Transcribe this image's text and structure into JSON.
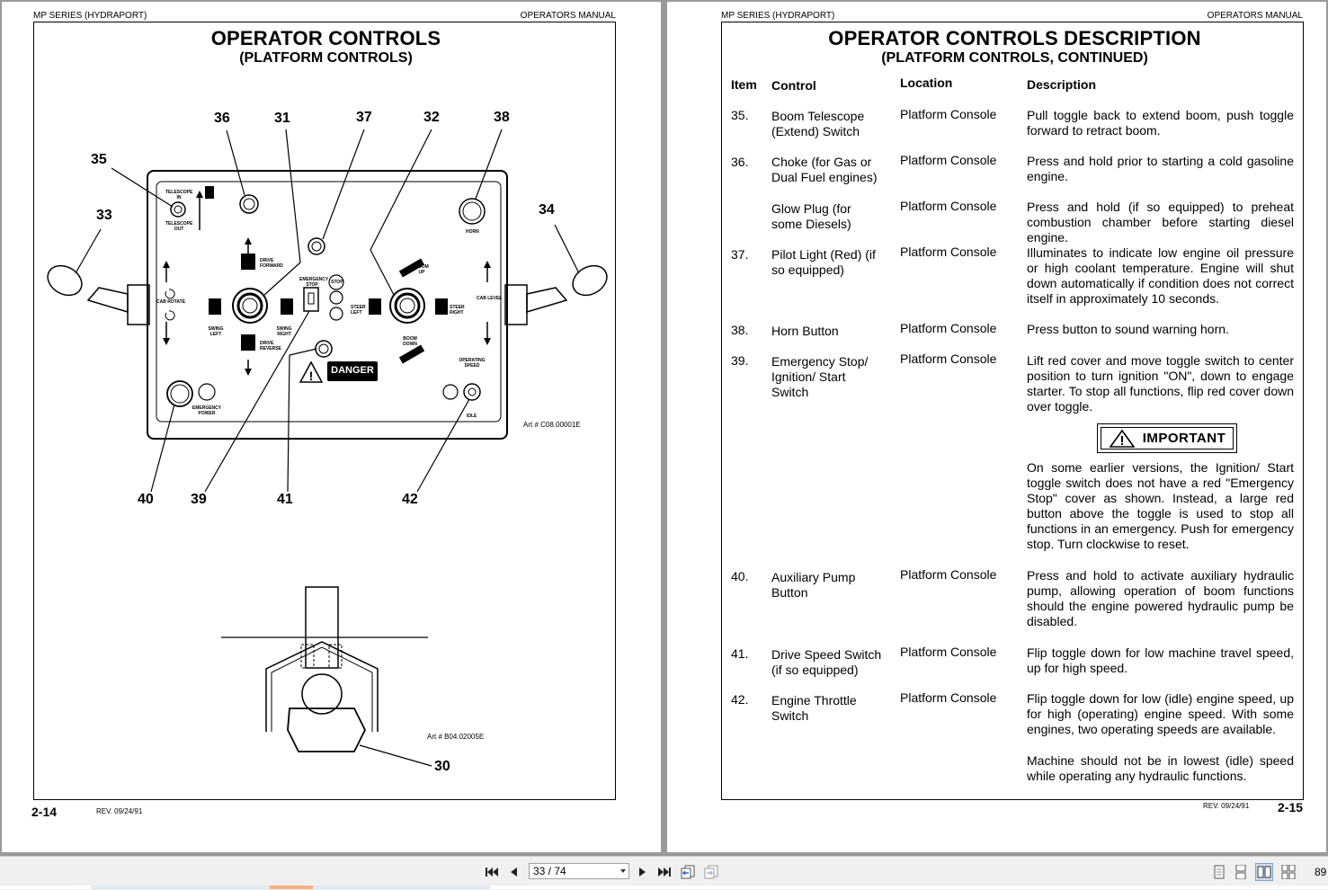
{
  "left_page": {
    "header_left": "MP SERIES (HYDRAPORT)",
    "header_right": "OPERATORS MANUAL",
    "title": "OPERATOR CONTROLS",
    "subtitle": "(PLATFORM CONTROLS)",
    "callouts": [
      "36",
      "31",
      "37",
      "32",
      "38",
      "35",
      "33",
      "34",
      "40",
      "39",
      "41",
      "42",
      "30"
    ],
    "panel_labels": {
      "telescope_in": "TELESCOPE IN",
      "telescope_out": "TELESCOPE OUT",
      "horn": "HORN",
      "drive_forward": "DRIVE FORWARD",
      "drive_reverse": "DRIVE REVERSE",
      "swing_left": "SWING LEFT",
      "swing_right": "SWING RIGHT",
      "emergency_stop": "EMERGENCY STOP",
      "stop": "STOP",
      "steer_left": "STEER LEFT",
      "steer_right": "STEER RIGHT",
      "boom_up": "BOOM UP",
      "boom_down": "BOOM DOWN",
      "cab_rotate": "CAB ROTATE",
      "cab_level": "CAB LEVEL",
      "operating_speed": "OPERATING SPEED",
      "idle": "IDLE",
      "emergency_power": "EMERGENCY POWER",
      "danger": "DANGER"
    },
    "art_number_1": "Art # C08.00001E",
    "art_number_2": "Art # B04.02005E",
    "page_number": "2-14",
    "revision": "REV. 09/24/91"
  },
  "right_page": {
    "header_left": "MP SERIES (HYDRAPORT)",
    "header_right": "OPERATORS MANUAL",
    "title": "OPERATOR CONTROLS DESCRIPTION",
    "subtitle": "(PLATFORM CONTROLS, CONTINUED)",
    "columns": [
      "Item",
      "Control",
      "Location",
      "Description"
    ],
    "rows": [
      {
        "item": "35.",
        "control": "Boom Telescope (Extend) Switch",
        "location": "Platform Console",
        "description": "Pull toggle back to extend boom, push toggle forward to retract boom."
      },
      {
        "item": "36.",
        "control": "Choke (for Gas or Dual Fuel engines)",
        "location": "Platform Console",
        "description": "Press and hold prior to starting a cold gasoline engine."
      },
      {
        "item": "",
        "control": "Glow Plug (for some Diesels)",
        "location": "Platform Console",
        "description": "Press and hold (if so equipped) to preheat combustion chamber before starting diesel engine."
      },
      {
        "item": "37.",
        "control": "Pilot Light (Red) (if so equipped)",
        "location": "Platform Console",
        "description": "Illuminates to indicate low engine oil pressure or high coolant temperature. Engine will shut down automatically if condition does not correct itself in approximately 10 seconds."
      },
      {
        "item": "38.",
        "control": "Horn Button",
        "location": "Platform Console",
        "description": "Press button to sound warning horn."
      },
      {
        "item": "39.",
        "control": "Emergency Stop/ Ignition/ Start Switch",
        "location": "Platform Console",
        "description": "Lift red cover and move toggle switch to center position to turn ignition \"ON\", down to engage starter. To stop all functions, flip red cover down over toggle."
      },
      {
        "item": "40.",
        "control": "Auxiliary Pump Button",
        "location": "Platform Console",
        "description": "Press and hold to activate auxiliary hydraulic pump, allowing operation of boom functions should the engine powered hydraulic pump be disabled."
      },
      {
        "item": "41.",
        "control": "Drive Speed Switch (if so equipped)",
        "location": "Platform Console",
        "description": "Flip toggle down for low machine travel speed, up for high speed."
      },
      {
        "item": "42.",
        "control": "Engine Throttle Switch",
        "location": "Platform Console",
        "description": "Flip toggle down for low (idle) engine speed, up for high (operating) engine speed. With some engines, two operating speeds are available."
      }
    ],
    "important_label": "IMPORTANT",
    "important_text": "On some earlier versions, the Ignition/ Start toggle switch does not have a red \"Emergency Stop\" cover as shown. Instead, a large red button above the toggle is used to stop all functions in an emergency. Push for emergency stop. Turn clockwise to reset.",
    "note_text": "Machine should not be in lowest (idle) speed while operating any hydraulic functions.",
    "page_number": "2-15",
    "revision": "REV. 09/24/91"
  },
  "toolbar": {
    "page_indicator": "33 / 74",
    "zoom": "89",
    "icons": [
      "first-page-icon",
      "previous-page-icon",
      "next-page-icon",
      "last-page-icon",
      "go-back-icon",
      "go-forward-icon",
      "single-page-icon",
      "continuous-icon",
      "facing-pages-icon",
      "continuous-facing-icon"
    ]
  }
}
